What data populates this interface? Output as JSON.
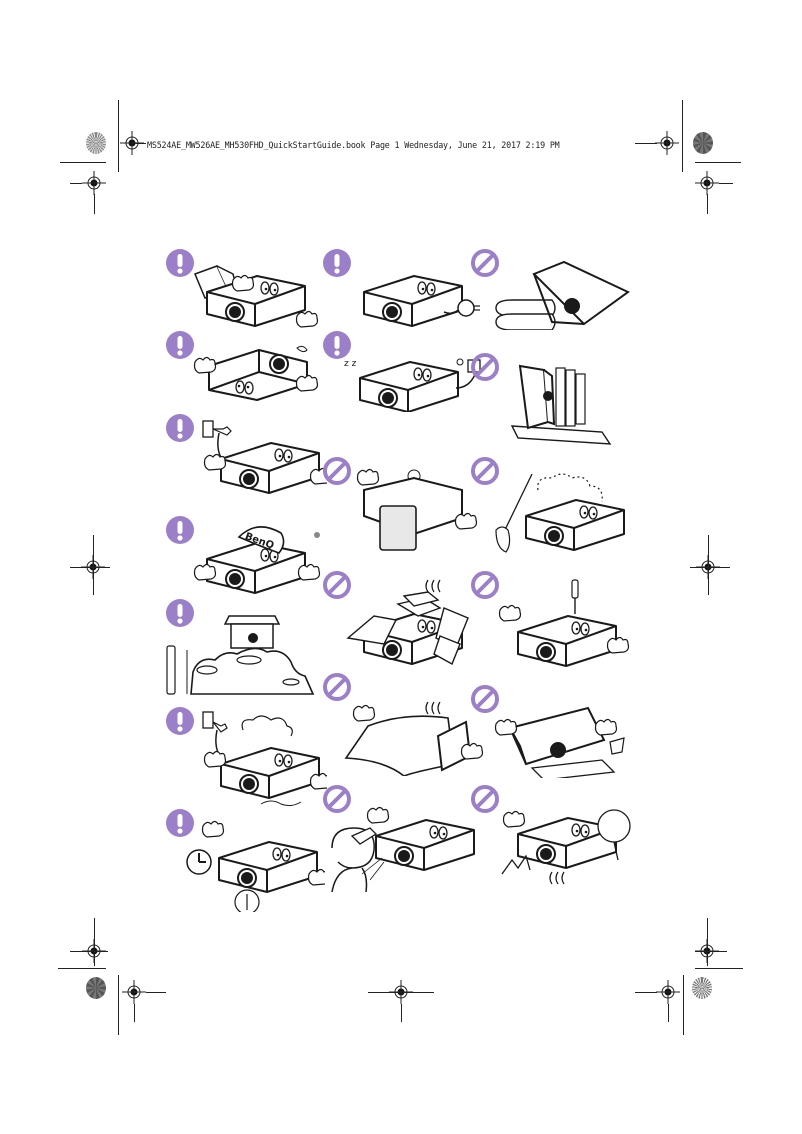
{
  "page": {
    "header_line": "MS524AE_MW526AE_MH530FHD_QuickStartGuide.book  Page 1  Wednesday, June 21, 2017  2:19 PM",
    "file_name": "MS524AE_MW526AE_MH530FHD_QuickStartGuide.book",
    "page_label": "Page 1",
    "date": "Wednesday, June 21, 2017",
    "time": "2:19 PM"
  },
  "colors": {
    "badge_purple": "#9b7fc8",
    "line_art": "#1a1a1a",
    "registration_mark": "#222222"
  },
  "icons": {
    "caution": "exclamation-circle-icon",
    "prohibited": "no-symbol-icon",
    "registration": "crosshair-registration-mark-icon",
    "color_bar": "color-rosette-icon"
  },
  "safety_grid": {
    "columns": 3,
    "cells": [
      {
        "id": "c1r1",
        "badge": "caution",
        "scene": "Read the user manual before operating the projector",
        "brand_text": ""
      },
      {
        "id": "c2r1",
        "badge": "caution",
        "scene": "Use the supplied power cord",
        "brand_text": ""
      },
      {
        "id": "c3r1",
        "badge": "prohibited",
        "scene": "Do not place on soft or unstable surfaces",
        "brand_text": ""
      },
      {
        "id": "c1r2",
        "badge": "caution",
        "scene": "Handle carefully to avoid dropping",
        "brand_text": ""
      },
      {
        "id": "c2r2",
        "badge": "caution",
        "scene": "Unplug when not in use for a long time",
        "brand_text": ""
      },
      {
        "id": "c3r2",
        "badge": "prohibited",
        "scene": "Do not stand the projector on end",
        "brand_text": ""
      },
      {
        "id": "c1r3",
        "badge": "caution",
        "scene": "Use a grounded power outlet",
        "brand_text": ""
      },
      {
        "id": "c2r3",
        "badge": "prohibited",
        "scene": "Do not block the lens",
        "brand_text": ""
      },
      {
        "id": "c3r3",
        "badge": "prohibited",
        "scene": "Do not use in dusty environments",
        "brand_text": ""
      },
      {
        "id": "c1r4",
        "badge": "caution",
        "scene": "Use only authorized service / accessories",
        "brand_text": "BenQ"
      },
      {
        "id": "c2r4",
        "badge": "prohibited",
        "scene": "Do not cover the projector",
        "brand_text": ""
      },
      {
        "id": "c3r4",
        "badge": "prohibited",
        "scene": "Do not disassemble the projector",
        "brand_text": ""
      },
      {
        "id": "c1r5",
        "badge": "caution",
        "scene": "Observe installation altitude limits",
        "brand_text": ""
      },
      {
        "id": "c2r5",
        "badge": "prohibited",
        "scene": "Do not block ventilation vents",
        "brand_text": ""
      },
      {
        "id": "c3r5",
        "badge": "prohibited",
        "scene": "Do not place liquids near the projector",
        "brand_text": ""
      },
      {
        "id": "c1r6",
        "badge": "caution",
        "scene": "Unplug during thunderstorms",
        "brand_text": ""
      },
      {
        "id": "c2r6",
        "badge": "prohibited",
        "scene": "Do not look directly into the lens",
        "brand_text": ""
      },
      {
        "id": "c3r6",
        "badge": "prohibited",
        "scene": "Do not touch the hot exhaust vent",
        "brand_text": ""
      },
      {
        "id": "c1r7",
        "badge": "caution",
        "scene": "Allow lamp to cool down before moving",
        "brand_text": ""
      }
    ]
  }
}
